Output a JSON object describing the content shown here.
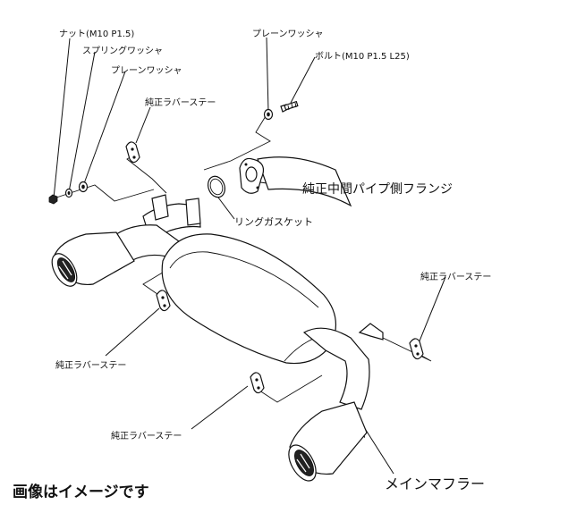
{
  "labels": {
    "nut": "ナット(M10 P1.5)",
    "spring_washer": "スプリングワッシャ",
    "plain_washer_left": "プレーンワッシャ",
    "plain_washer_right": "プレーンワッシャ",
    "bolt": "ボルト(M10 P1.5 L25)",
    "rubber_stay_top": "純正ラバーステー",
    "mid_pipe_flange": "純正中間パイプ側フランジ",
    "ring_gasket": "リングガスケット",
    "rubber_stay_right": "純正ラバーステー",
    "rubber_stay_left": "純正ラバーステー",
    "rubber_stay_bottom": "純正ラバーステー",
    "main_muffler": "メインマフラー",
    "image_note": "画像はイメージです"
  }
}
